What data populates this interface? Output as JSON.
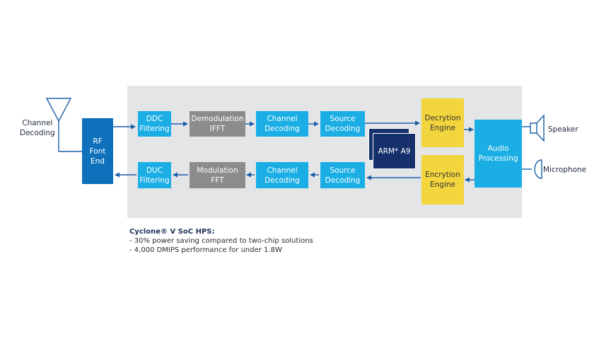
{
  "blocks": {
    "rf_front_end": "RF\nFont\nEnd",
    "ddc_filtering": "DDC\nFiltering",
    "demodulation_ifft": "Demodulation\nIFFT",
    "channel_decoding_top": "Channel\nDecoding",
    "source_decoding_top": "Source\nDecoding",
    "decryption_engine": "Decrytion\nEngine",
    "arm_a9": "ARM* A9",
    "audio_processing": "Audio\nProcessing",
    "duc_filtering": "DUC\nFiltering",
    "modulation_fft": "Modulation\nFFT",
    "channel_decoding_bottom": "Channel\nDecoding",
    "source_decoding_bottom": "Source\nDecoding",
    "encryption_engine": "Encrytion\nEngine"
  },
  "external": {
    "antenna_label": "Channel\nDecoding",
    "speaker_label": "Speaker",
    "microphone_label": "Microphone"
  },
  "notes": {
    "title": "Cyclone® V SoC HPS:",
    "items": [
      "- 30% power saving compared to two-chip solutions",
      "- 4,000 DMIPS performance for under 1.8W"
    ]
  },
  "colors": {
    "panel": "#e3e5e6",
    "block_blue": "#1aaee5",
    "block_dark_blue": "#0f71bc",
    "block_navy": "#15306b",
    "block_gray": "#8a8c8e",
    "block_yellow": "#f3d53d",
    "arrow": "#1b5fa8"
  }
}
